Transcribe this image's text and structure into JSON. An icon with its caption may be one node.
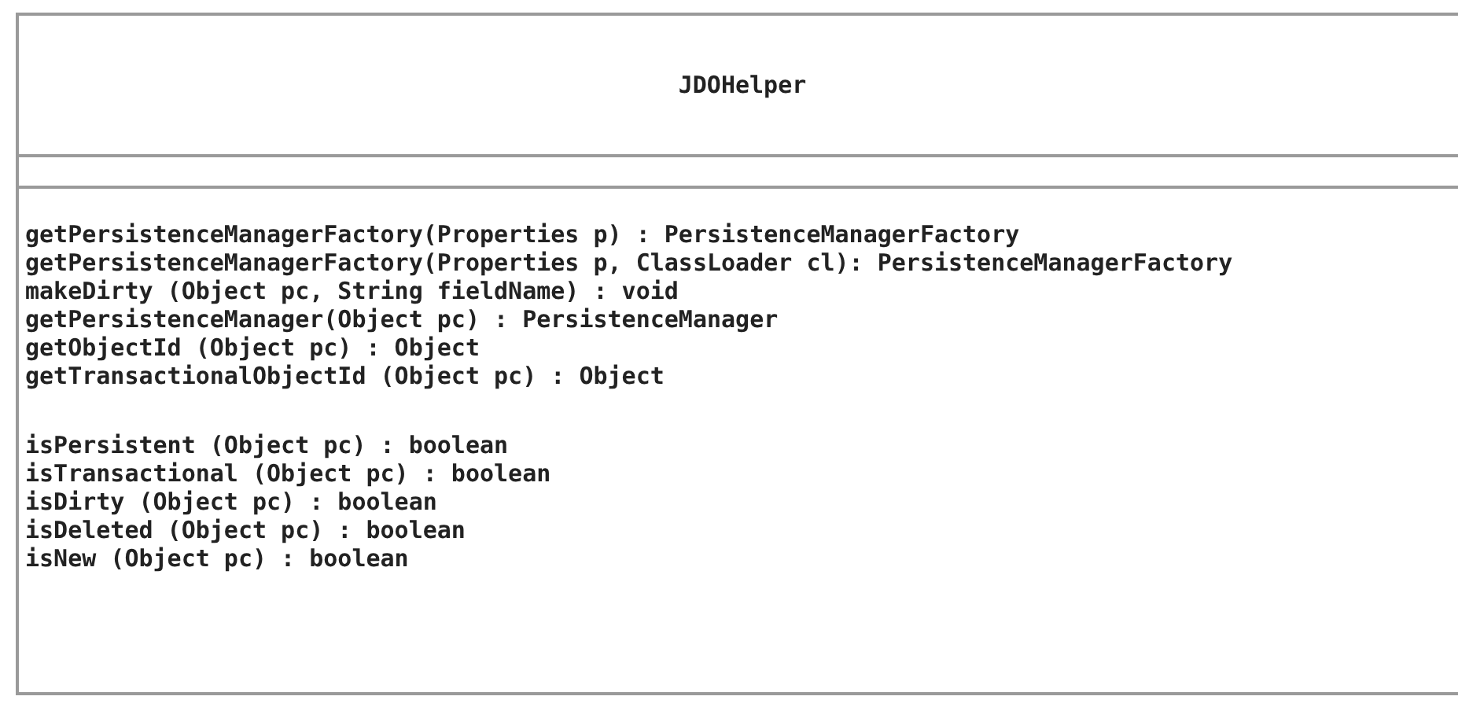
{
  "diagram": {
    "nodes": [
      {
        "text": [
          "JDOHelper",
          "getPersistenceManagerFactory(Properties p) : PersistenceManagerFactory",
          "getPersistenceManagerFactory(Properties p, ClassLoader cl): PersistenceManagerFactory",
          "makeDirty (Object pc, String fieldName) : void",
          "getPersistenceManager(Object pc) : PersistenceManager",
          "getObjectId (Object pc) : Object",
          "getTransactionalObjectId (Object pc) : Object",
          "isPersistent (Object pc) : boolean",
          "isTransactional (Object pc) : boolean",
          "isDirty (Object pc) : boolean",
          "isDeleted (Object pc) : boolean",
          "isNew (Object pc) : boolean"
        ]
      }
    ]
  }
}
